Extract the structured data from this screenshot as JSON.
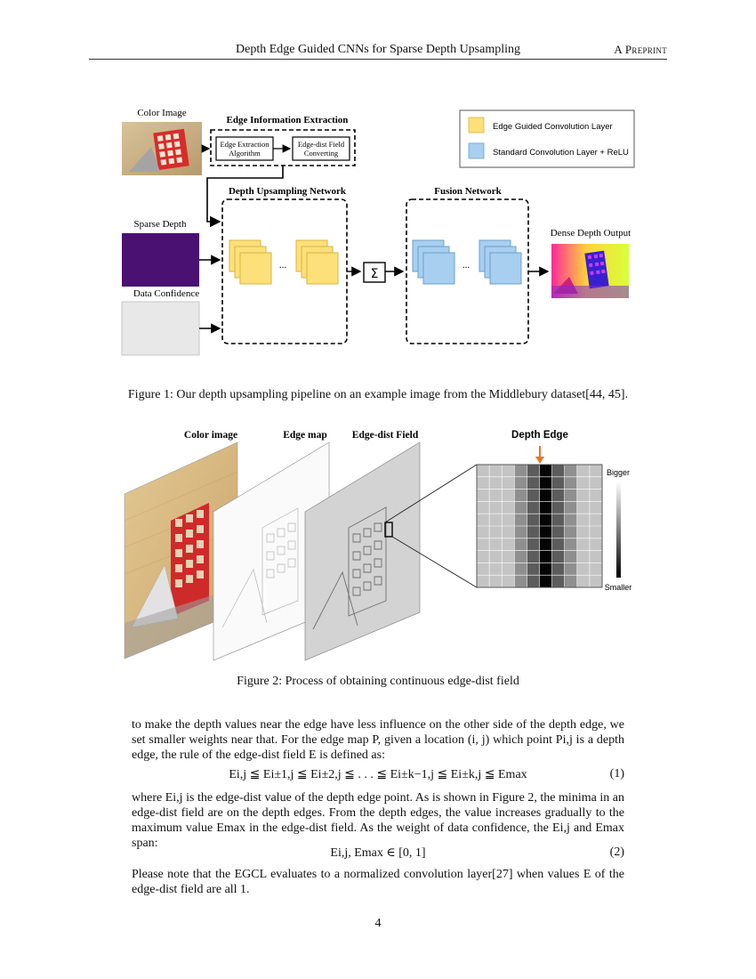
{
  "header": {
    "title": "Depth Edge Guided CNNs for Sparse Depth Upsampling",
    "label": "A Preprint"
  },
  "figure1": {
    "input_labels": {
      "color_image": "Color Image",
      "sparse_depth": "Sparse Depth",
      "data_confidence": "Data Confidence"
    },
    "edge_box": {
      "title": "Edge Information Extraction",
      "step1_line1": "Edge Extraction",
      "step1_line2": "Algorithm",
      "step2_line1": "Edge-dist Field",
      "step2_line2": "Converting"
    },
    "upsampling_title": "Depth Upsampling Network",
    "fusion_title": "Fusion Network",
    "ellipsis": "...",
    "sum_symbol": "Σ",
    "output_label": "Dense Depth Output",
    "legend": {
      "edge_guided": "Edge Guided Convolution Layer",
      "standard": "Standard Convolution Layer + ReLU"
    },
    "colors": {
      "edge_guided": "#fde07a",
      "standard": "#a8cff0",
      "sparse_depth": "#4a1172",
      "confidence": "#e8e8e8"
    },
    "caption": "Figure 1: Our depth upsampling pipeline on an example image from the Middlebury dataset[44, 45]."
  },
  "figure2": {
    "labels": {
      "color_image": "Color image",
      "edge_map": "Edge map",
      "edge_dist_field": "Edge-dist Field",
      "depth_edge": "Depth Edge"
    },
    "scale": {
      "top": "Bigger",
      "bottom": "Smaller"
    },
    "column_grays": [
      "#c4c4c4",
      "#c4c4c4",
      "#c4c4c4",
      "#8f8f8f",
      "#5c5c5c",
      "#050505",
      "#5c5c5c",
      "#8f8f8f",
      "#c4c4c4",
      "#c4c4c4"
    ],
    "caption": "Figure 2: Process of obtaining continuous edge-dist field"
  },
  "body": {
    "para1": "to make the depth values near the edge have less influence on the other side of the depth edge, we set smaller weights near that. For the edge map P, given a location (i, j) which point Pi,j is a depth edge, the rule of the edge-dist field E is defined as:",
    "eq1": "Ei,j ≦ Ei±1,j ≦ Ei±2,j ≦ . . . ≦ Ei±k−1,j ≦ Ei±k,j ≦ Emax",
    "eq1_num": "(1)",
    "para2": "where Ei,j is the edge-dist value of the depth edge point. As is shown in Figure 2, the minima in an edge-dist field are on the depth edges. From the depth edges, the value increases gradually to the maximum value Emax in the edge-dist field. As the weight of data confidence, the Ei,j and Emax span:",
    "eq2": "Ei,j, Emax ∈ [0, 1]",
    "eq2_num": "(2)",
    "para3": "Please note that the EGCL evaluates to a normalized convolution layer[27] when values E of the edge-dist field are all 1."
  },
  "page_number": "4"
}
